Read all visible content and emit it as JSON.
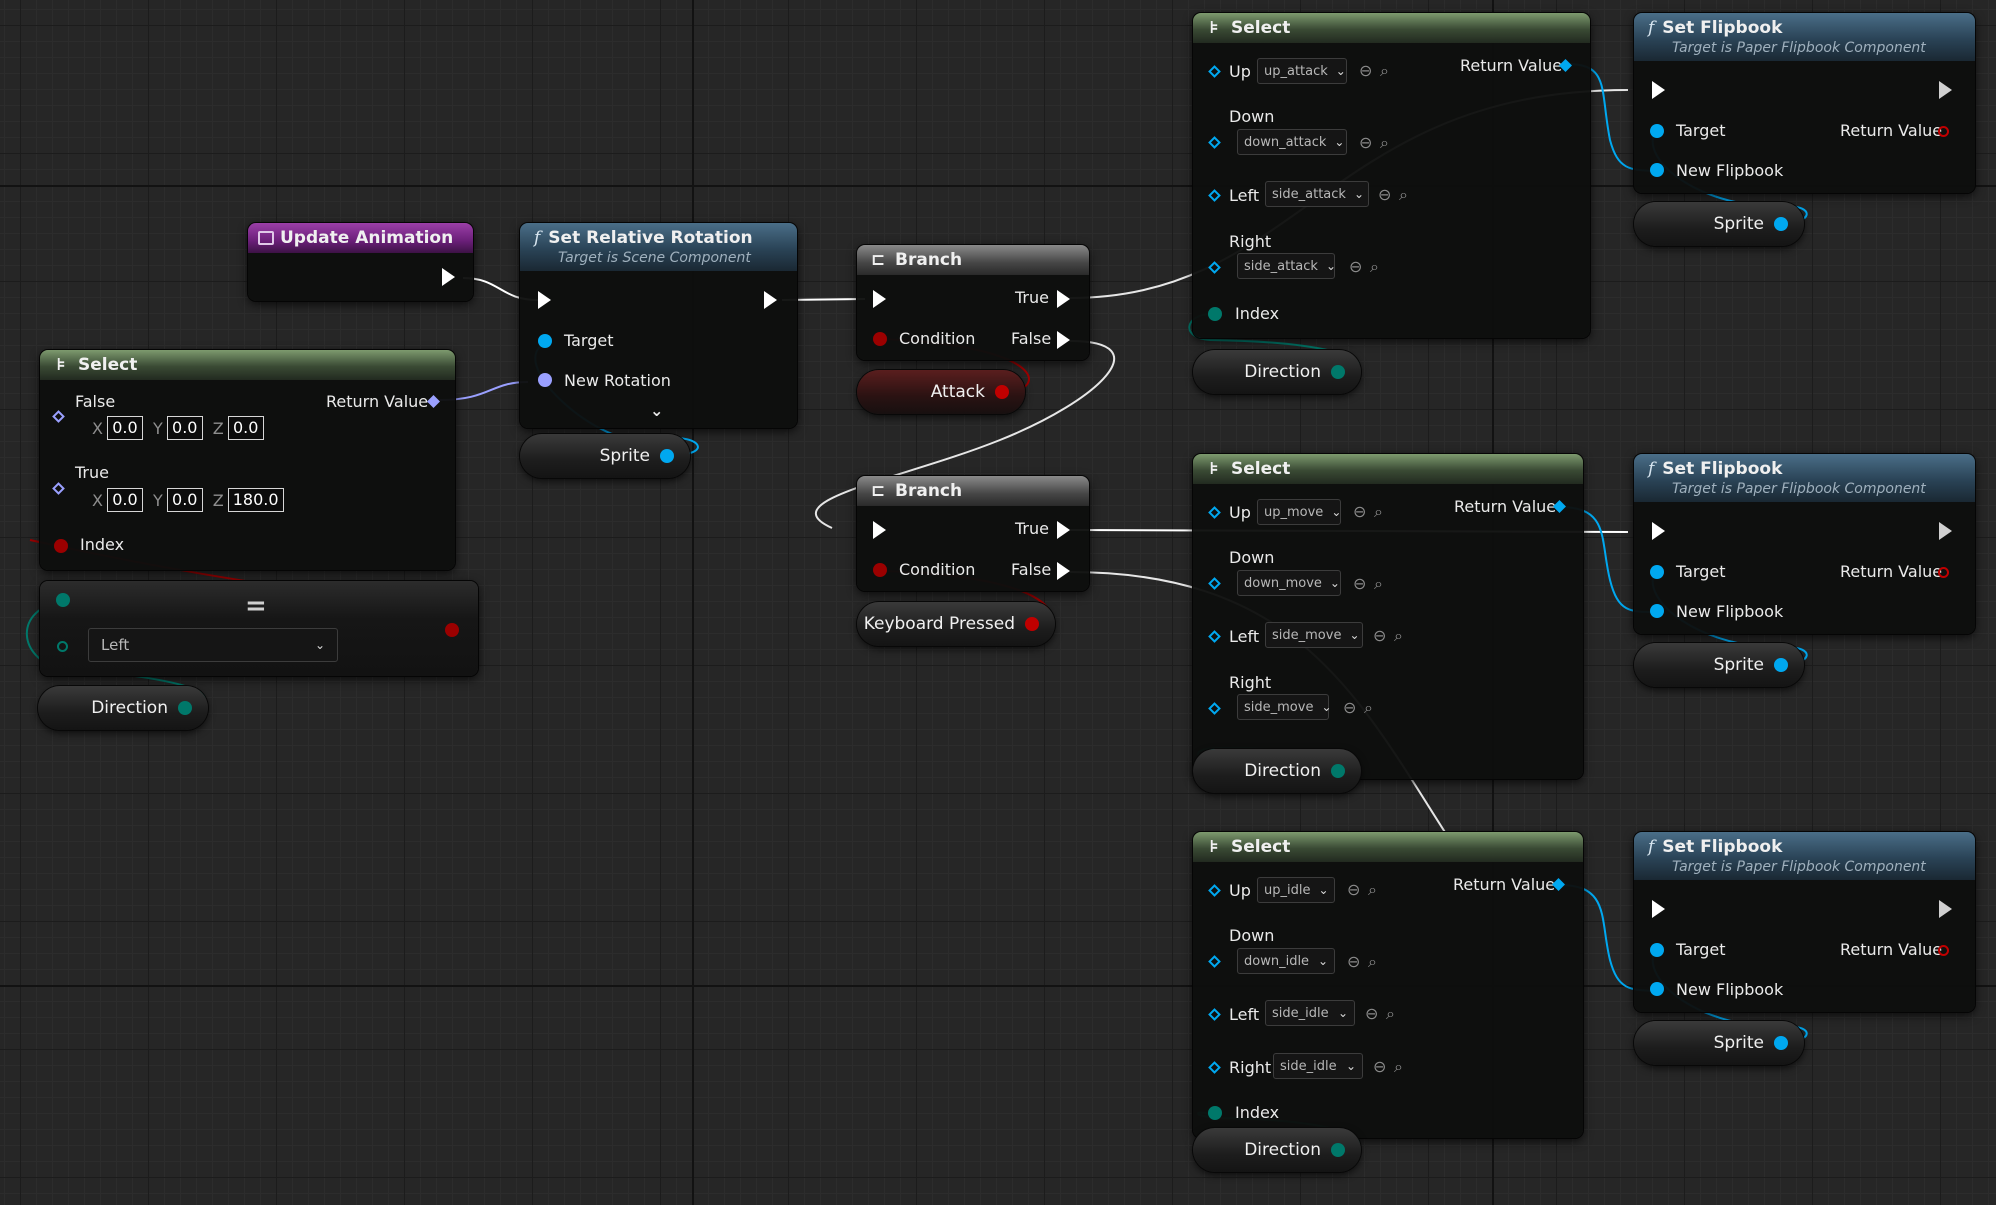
{
  "colors": {
    "object_pin": "#00a8f0",
    "bool_pin": "#9b0000",
    "enum_pin": "#00786a",
    "rotator_pin": "#9aa0ff",
    "exec_pin": "#ffffff"
  },
  "event_node": {
    "title": "Update Animation",
    "icon": "event-icon"
  },
  "set_rotation": {
    "title": "Set Relative Rotation",
    "subtitle": "Target is Scene Component",
    "pins": {
      "target": "Target",
      "new_rotation": "New Rotation"
    }
  },
  "select_rotation": {
    "title": "Select",
    "return_label": "Return Value",
    "false_label": "False",
    "true_label": "True",
    "index_label": "Index",
    "false_vec": {
      "x": "0.0",
      "y": "0.0",
      "z": "0.0"
    },
    "true_vec": {
      "x": "0.0",
      "y": "0.0",
      "z": "180.0"
    },
    "axes": {
      "x": "X",
      "y": "Y",
      "z": "Z"
    }
  },
  "compare_node": {
    "value": "Left",
    "glyph": "="
  },
  "vars": {
    "direction": "Direction",
    "sprite": "Sprite",
    "attack": "Attack",
    "keyboard_pressed": "Keyboard Pressed"
  },
  "branches": [
    {
      "title": "Branch",
      "condition": "Condition",
      "true_label": "True",
      "false_label": "False"
    },
    {
      "title": "Branch",
      "condition": "Condition",
      "true_label": "True",
      "false_label": "False"
    }
  ],
  "selects": [
    {
      "title": "Select",
      "return_label": "Return Value",
      "up": "Up",
      "down": "Down",
      "left": "Left",
      "right": "Right",
      "index": "Index",
      "up_val": "up_attack",
      "down_val": "down_attack",
      "left_val": "side_attack",
      "right_val": "side_attack"
    },
    {
      "title": "Select",
      "return_label": "Return Value",
      "up": "Up",
      "down": "Down",
      "left": "Left",
      "right": "Right",
      "index": "Index",
      "up_val": "up_move",
      "down_val": "down_move",
      "left_val": "side_move",
      "right_val": "side_move"
    },
    {
      "title": "Select",
      "return_label": "Return Value",
      "up": "Up",
      "down": "Down",
      "left": "Left",
      "right": "Right",
      "index": "Index",
      "up_val": "up_idle",
      "down_val": "down_idle",
      "left_val": "side_idle",
      "right_val": "side_idle"
    }
  ],
  "flipbooks": [
    {
      "title": "Set Flipbook",
      "subtitle": "Target is Paper Flipbook Component",
      "target": "Target",
      "new_flipbook": "New Flipbook",
      "return_label": "Return Value"
    },
    {
      "title": "Set Flipbook",
      "subtitle": "Target is Paper Flipbook Component",
      "target": "Target",
      "new_flipbook": "New Flipbook",
      "return_label": "Return Value"
    },
    {
      "title": "Set Flipbook",
      "subtitle": "Target is Paper Flipbook Component",
      "target": "Target",
      "new_flipbook": "New Flipbook",
      "return_label": "Return Value"
    }
  ]
}
